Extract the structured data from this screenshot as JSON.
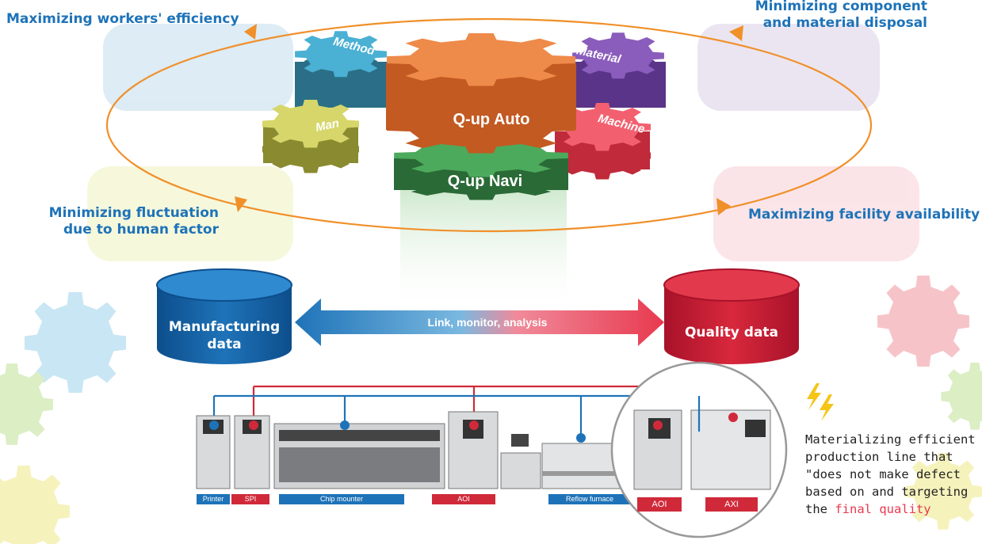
{
  "goals": {
    "top_left": "Maximizing workers' efficiency",
    "top_right_line1": "Minimizing component",
    "top_right_line2": "and material disposal",
    "left_line1": "Minimizing fluctuation",
    "left_line2": "due to human factor",
    "right": "Maximizing facility availability"
  },
  "gears": {
    "method": "Method",
    "material": "Material",
    "man": "Man",
    "machine": "Machine",
    "qup_auto": "Q-up Auto",
    "qup_navi": "Q-up Navi"
  },
  "databases": {
    "manufacturing_line1": "Manufacturing",
    "manufacturing_line2": "data",
    "quality": "Quality data"
  },
  "link_label": "Link, monitor, analysis",
  "machines": {
    "printer": "Printer",
    "spi": "SPI",
    "chip_mounter": "Chip mounter",
    "aoi": "AOI",
    "reflow": "Reflow furnace",
    "aoi_zoom": "AOI",
    "axi": "AXI"
  },
  "note": {
    "line1": "Materializing efficient",
    "line2": "production line that",
    "line3": "\"does not make defect",
    "line4": "based on and targeting",
    "line5_prefix": "the ",
    "line5_highlight": "final quality"
  },
  "colors": {
    "blue": "#1e73b8",
    "red": "#e8394f",
    "orange": "#f0902a",
    "method_gear": "#3a96b8",
    "material_gear": "#7a4ca8",
    "man_gear": "#b8b84c",
    "machine_gear": "#e84a5a",
    "qup_auto_gear": "#e2773a",
    "qup_navi_gear": "#3c8a4c"
  }
}
